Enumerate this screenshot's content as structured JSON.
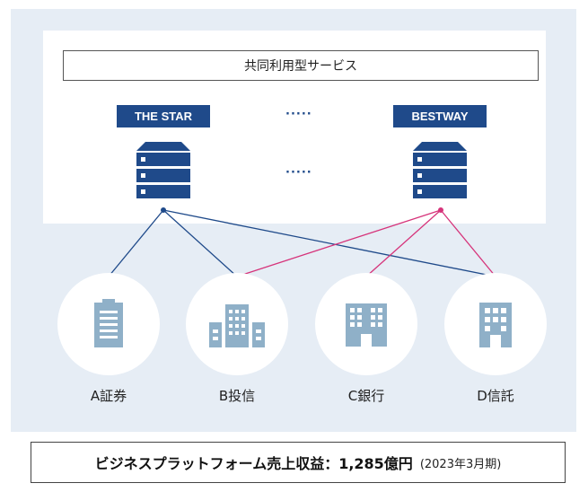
{
  "service": {
    "title": "共同利用型サービス"
  },
  "systems": [
    {
      "name": "THE STAR"
    },
    {
      "name": "BESTWAY"
    }
  ],
  "ellipsis": "·····",
  "clients": [
    {
      "name": "A証券",
      "icon": "document-icon"
    },
    {
      "name": "B投信",
      "icon": "office-buildings-icon"
    },
    {
      "name": "C銀行",
      "icon": "bank-building-icon"
    },
    {
      "name": "D信託",
      "icon": "trust-building-icon"
    }
  ],
  "revenue": {
    "main": "ビジネスプラットフォーム売上収益：1,285億円",
    "note": "(2023年3月期)"
  },
  "colors": {
    "navy": "#1f4a8a",
    "magenta": "#d6337a",
    "icon": "#8fb0c8",
    "panel": "#e6edf5"
  }
}
